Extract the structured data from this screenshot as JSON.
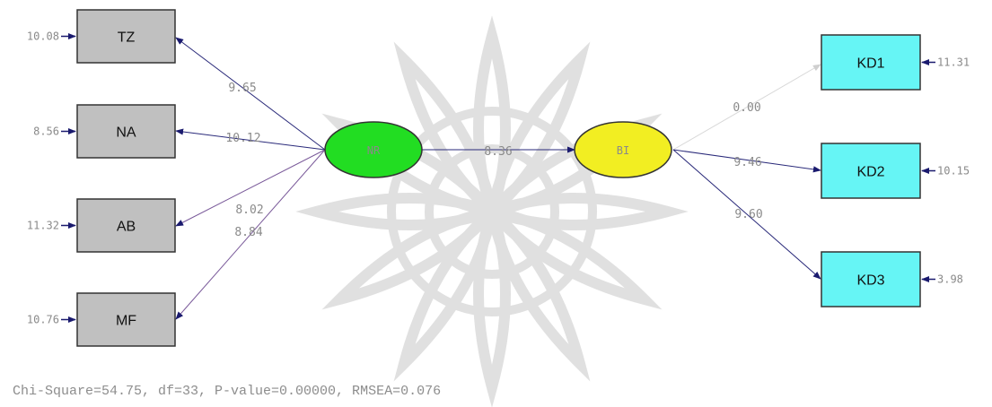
{
  "indicators_left": [
    {
      "id": "TZ",
      "error": "10.08"
    },
    {
      "id": "NA",
      "error": "8.56"
    },
    {
      "id": "AB",
      "error": "11.32"
    },
    {
      "id": "MF",
      "error": "10.76"
    }
  ],
  "indicators_right": [
    {
      "id": "KD1",
      "error": "11.31"
    },
    {
      "id": "KD2",
      "error": "10.15"
    },
    {
      "id": "KD3",
      "error": "3.98"
    }
  ],
  "latent_left": {
    "label": "NR",
    "color": "#22dd22"
  },
  "latent_right": {
    "label": "BI",
    "color": "#f2ee22"
  },
  "paths_left": [
    "9.65",
    "10.12",
    "8.02",
    "8.84"
  ],
  "path_structural": "8.36",
  "paths_right": [
    "0.00",
    "9.46",
    "9.60"
  ],
  "colors": {
    "observed_left": "#c0c0c0",
    "observed_right": "#66f5f5",
    "arrow": "#1a1a6e"
  },
  "footer": {
    "stats": "Chi-Square=54.75, df=33, P-value=0.00000, RMSEA=0.076"
  },
  "watermark": {
    "icon": "ornamental-flower-watermark"
  }
}
